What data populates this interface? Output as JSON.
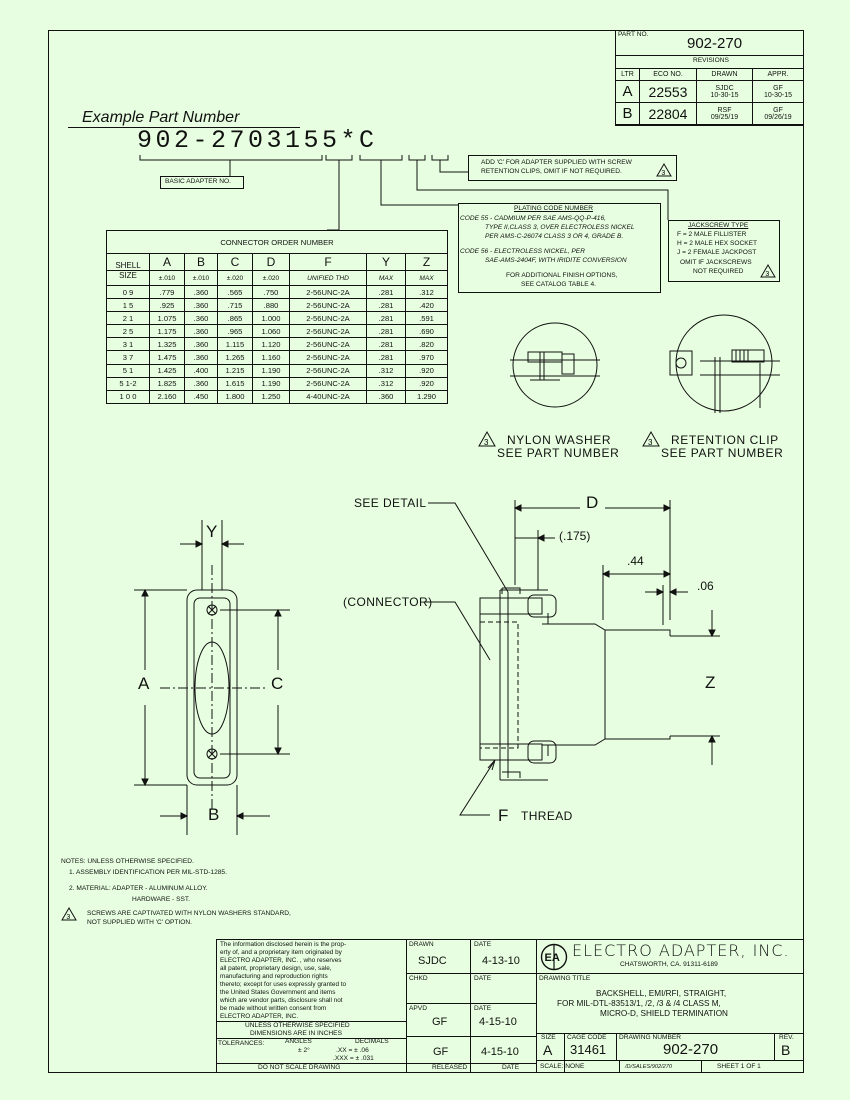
{
  "title_block": {
    "part_no_label": "PART NO.",
    "part_no": "902-270",
    "revisions_label": "REVISIONS",
    "rev_headers": [
      "LTR",
      "ECO NO.",
      "DRAWN",
      "APPR."
    ],
    "revisions": [
      {
        "ltr": "A",
        "eco": "22553",
        "drawn_by": "SJDC",
        "drawn_date": "10-30-15",
        "appr_by": "GF",
        "appr_date": "10-30-15"
      },
      {
        "ltr": "B",
        "eco": "22804",
        "drawn_by": "RSF",
        "drawn_date": "09/25/19",
        "appr_by": "GF",
        "appr_date": "09/26/19"
      }
    ]
  },
  "example": {
    "heading": "Example Part Number",
    "part_number": "902-2703155*C",
    "basic_label": "BASIC ADAPTER NO.",
    "add_c_note": [
      "ADD 'C' FOR ADAPTER SUPPLIED WITH SCREW",
      "RETENTION CLIPS, OMIT IF NOT REQUIRED."
    ],
    "note_flag": "3"
  },
  "plating": {
    "title": "PLATING CODE NUMBER",
    "lines": [
      "CODE 55 - CADMIUM PER SAE AMS-QQ-P-416,",
      "TYPE II,CLASS 3, OVER ELECTROLESS NICKEL",
      "PER AMS-C-26074 CLASS 3 OR 4, GRADE B.",
      "CODE 56 - ELECTROLESS NICKEL, PER",
      "SAE-AMS-2404F, WITH IRIDITE CONVERSION",
      "FOR ADDITIONAL FINISH OPTIONS,",
      "SEE CATALOG TABLE 4."
    ]
  },
  "jackscrew": {
    "title": "JACKSCREW TYPE",
    "lines": [
      "F = 2 MALE FILLISTER",
      "H = 2 MALE HEX SOCKET",
      "J = 2 FEMALE JACKPOST",
      "OMIT IF JACKSCREWS",
      "NOT REQUIRED"
    ],
    "flag": "3"
  },
  "order_table": {
    "title": "CONNECTOR ORDER NUMBER",
    "headers": [
      "SHELL",
      "A",
      "B",
      "C",
      "D",
      "F",
      "Y",
      "Z"
    ],
    "header_sub1": "SIZE",
    "subheaders": [
      "",
      "±.010",
      "±.010",
      "±.020",
      "±.020",
      "UNIFIED THD",
      "MAX",
      "MAX"
    ],
    "rows": [
      [
        "0 9",
        ".779",
        ".360",
        ".565",
        ".750",
        "2-56UNC-2A",
        ".281",
        ".312"
      ],
      [
        "1 5",
        ".925",
        ".360",
        ".715",
        ".880",
        "2-56UNC-2A",
        ".281",
        ".420"
      ],
      [
        "2 1",
        "1.075",
        ".360",
        ".865",
        "1.000",
        "2-56UNC-2A",
        ".281",
        ".591"
      ],
      [
        "2 5",
        "1.175",
        ".360",
        ".965",
        "1.060",
        "2-56UNC-2A",
        ".281",
        ".690"
      ],
      [
        "3 1",
        "1.325",
        ".360",
        "1.115",
        "1.120",
        "2-56UNC-2A",
        ".281",
        ".820"
      ],
      [
        "3 7",
        "1.475",
        ".360",
        "1.265",
        "1.160",
        "2-56UNC-2A",
        ".281",
        ".970"
      ],
      [
        "5 1",
        "1.425",
        ".400",
        "1.215",
        "1.190",
        "2-56UNC-2A",
        ".312",
        ".920"
      ],
      [
        "5 1-2",
        "1.825",
        ".360",
        "1.615",
        "1.190",
        "2-56UNC-2A",
        ".312",
        ".920"
      ],
      [
        "1 0 0",
        "2.160",
        ".450",
        "1.800",
        "1.250",
        "4-40UNC-2A",
        ".360",
        "1.290"
      ]
    ]
  },
  "details": {
    "nylon_flag": "3",
    "nylon_title": "NYLON WASHER",
    "nylon_sub": "SEE PART NUMBER",
    "clip_flag": "3",
    "clip_title": "RETENTION CLIP",
    "clip_sub": "SEE PART NUMBER"
  },
  "drawing": {
    "y": "Y",
    "a": "A",
    "c": "C",
    "b": "B",
    "d": "D",
    "z": "Z",
    "f": "F",
    "thread": "THREAD",
    "see_detail": "SEE DETAIL",
    "connector": "(CONNECTOR)",
    "dim_175": "(.175)",
    "dim_44": ".44",
    "dim_06": ".06"
  },
  "notes": {
    "heading": "NOTES: UNLESS OTHERWISE SPECIFIED.",
    "n1": "1.   ASSEMBLY IDENTIFICATION PER MIL-STD-1285.",
    "n2a": "2.   MATERIAL: ADAPTER - ALUMINUM ALLOY.",
    "n2b": "HARDWARE - SST.",
    "n3_flag": "3",
    "n3a": "SCREWS ARE CAPTIVATED WITH NYLON WASHERS STANDARD,",
    "n3b": "NOT SUPPLIED WITH 'C' OPTION."
  },
  "footer": {
    "proprietary": [
      "The information disclosed herein is the prop-",
      "erty of, and a proprietary item originated by",
      "ELECTRO ADAPTER, INC.      , who reserves",
      "all patent, proprietary design, use, sale,",
      "manufacturing and reproduction rights",
      "thereto; except for uses expressly granted to",
      "the United States Government and items",
      "which are vendor parts, disclosure shall not",
      "be made without written consent from",
      "ELECTRO ADAPTER, INC."
    ],
    "unless": "UNLESS OTHERWISE SPECIFIED",
    "dims": "DIMENSIONS ARE IN INCHES",
    "tolerances": "TOLERANCES:",
    "angles": "ANGLES",
    "angles_val": "± 2°",
    "decimals": "DECIMALS",
    "xx": ".XX   =   ± .06",
    "xxx": ".XXX   =   ± .031",
    "do_not_scale": "DO NOT SCALE DRAWING",
    "drawn_label": "DRAWN",
    "drawn_by": "SJDC",
    "date_label": "DATE",
    "drawn_date": "4-13-10",
    "chkd_label": "CHKD",
    "chkd_date_label": "DATE",
    "apvd_label": "APVD",
    "apvd_by": "GF",
    "apvd_date_label": "DATE",
    "apvd_date": "4-15-10",
    "released_by": "GF",
    "released_date": "4-15-10",
    "released_label": "RELEASED",
    "released_date_label": "DATE",
    "company": "ELECTRO ADAPTER, INC.",
    "address": "CHATSWORTH, CA. 91311-6189",
    "logo_letters": "EA",
    "drawing_title_label": "DRAWING TITLE",
    "title_lines": [
      "BACKSHELL, EMI/RFI, STRAIGHT,",
      "FOR MIL-DTL-83513/1, /2, /3 & /4 CLASS M,",
      "MICRO-D, SHIELD TERMINATION"
    ],
    "size_label": "SIZE",
    "size": "A",
    "cage_label": "CAGE CODE",
    "cage": "31461",
    "dwg_no_label": "DRAWING NUMBER",
    "dwg_no": "902-270",
    "rev_label": "REV.",
    "rev": "B",
    "scale": "SCALE: NONE",
    "path": "/D/SALES/902/270",
    "sheet": "SHEET    1  OF 1"
  }
}
